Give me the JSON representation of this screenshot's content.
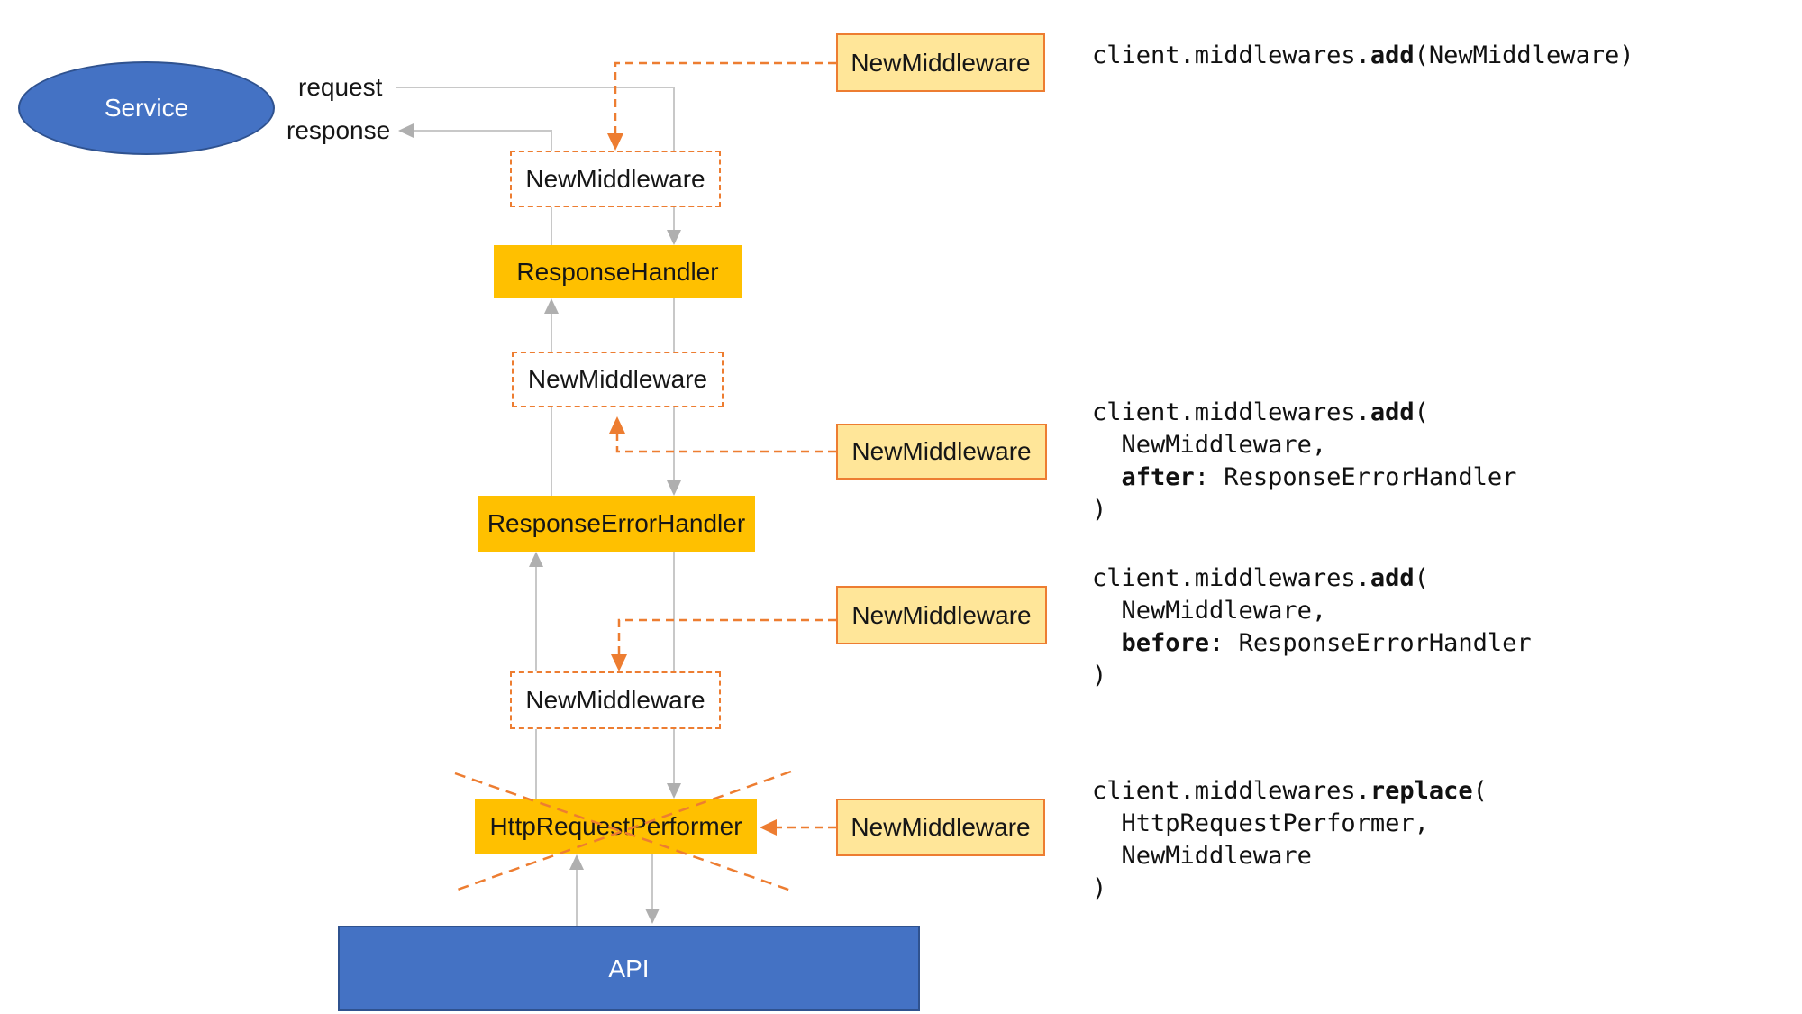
{
  "diagram": {
    "service": {
      "label": "Service"
    },
    "flow_labels": {
      "request": "request",
      "response": "response"
    },
    "chain": {
      "new_middleware_top": "NewMiddleware",
      "response_handler": "ResponseHandler",
      "new_middleware_mid": "NewMiddleware",
      "response_error_handler": "ResponseErrorHandler",
      "new_middleware_bottom": "NewMiddleware",
      "http_request_performer": "HttpRequestPerformer",
      "api": "API"
    },
    "sideBoxes": [
      "NewMiddleware",
      "NewMiddleware",
      "NewMiddleware",
      "NewMiddleware"
    ],
    "colors": {
      "blue_fill": "#4472C4",
      "blue_border": "#2F528F",
      "amber_fill": "#FFC000",
      "gold_fill": "#FFE699",
      "orange_accent": "#ED7D31",
      "gray_line": "#C8C8C8",
      "gray_arrow": "#AFAFAF",
      "text": "#161616"
    }
  },
  "code_blocks": [
    {
      "lines": [
        [
          {
            "t": "client.middlewares."
          },
          {
            "t": "add",
            "b": 1
          },
          {
            "t": "(NewMiddleware)"
          }
        ]
      ]
    },
    {
      "lines": [
        [
          {
            "t": "client.middlewares."
          },
          {
            "t": "add",
            "b": 1
          },
          {
            "t": "("
          }
        ],
        [
          {
            "t": "  NewMiddleware,"
          }
        ],
        [
          {
            "t": "  "
          },
          {
            "t": "after",
            "b": 1
          },
          {
            "t": ": ResponseErrorHandler"
          }
        ],
        [
          {
            "t": ")"
          }
        ]
      ]
    },
    {
      "lines": [
        [
          {
            "t": "client.middlewares."
          },
          {
            "t": "add",
            "b": 1
          },
          {
            "t": "("
          }
        ],
        [
          {
            "t": "  NewMiddleware,"
          }
        ],
        [
          {
            "t": "  "
          },
          {
            "t": "before",
            "b": 1
          },
          {
            "t": ": ResponseErrorHandler"
          }
        ],
        [
          {
            "t": ")"
          }
        ]
      ]
    },
    {
      "lines": [
        [
          {
            "t": "client.middlewares."
          },
          {
            "t": "replace",
            "b": 1
          },
          {
            "t": "("
          }
        ],
        [
          {
            "t": "  HttpRequestPerformer,"
          }
        ],
        [
          {
            "t": "  NewMiddleware"
          }
        ],
        [
          {
            "t": ")"
          }
        ]
      ]
    }
  ]
}
